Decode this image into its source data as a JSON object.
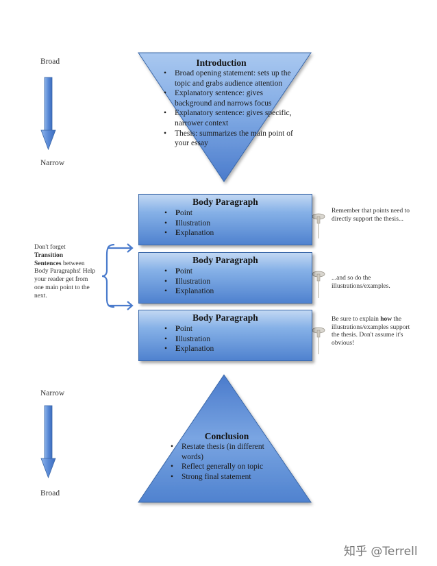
{
  "intro": {
    "title": "Introduction",
    "bullets": [
      "Broad opening statement: sets up the topic and grabs audience attention",
      "Explanatory sentence: gives background and narrows focus",
      "Explanatory sentence: gives specific, narrower context",
      "Thesis: summarizes the main point of your essay"
    ]
  },
  "top_arrow": {
    "top_label": "Broad",
    "bottom_label": "Narrow"
  },
  "bottom_arrow": {
    "top_label": "Narrow",
    "bottom_label": "Broad"
  },
  "body_paragraphs": [
    {
      "title": "Body Paragraph",
      "items": [
        {
          "initial": "P",
          "rest": "oint"
        },
        {
          "initial": "I",
          "rest": "llustration"
        },
        {
          "initial": "E",
          "rest": "xplanation"
        }
      ]
    },
    {
      "title": "Body Paragraph",
      "items": [
        {
          "initial": "P",
          "rest": "oint"
        },
        {
          "initial": "I",
          "rest": "llustration"
        },
        {
          "initial": "E",
          "rest": "xplanation"
        }
      ]
    },
    {
      "title": "Body Paragraph",
      "items": [
        {
          "initial": "P",
          "rest": "oint"
        },
        {
          "initial": "I",
          "rest": "llustration"
        },
        {
          "initial": "E",
          "rest": "xplanation"
        }
      ]
    }
  ],
  "notes": [
    {
      "text": "Remember that points need to directly support the thesis..."
    },
    {
      "text": "...and so do the illustrations/examples."
    },
    {
      "before": "Be sure to explain ",
      "bold": "how",
      "after": " the illustrations/examples support the thesis. Don't assume it's obvious!"
    }
  ],
  "transition_note": {
    "line1": "Don't forget",
    "bold1": "Transition",
    "bold2": "Sentences",
    "rest": "between Body Paragraphs! Help your reader get from one main point to the next."
  },
  "conclusion": {
    "title": "Conclusion",
    "bullets": [
      "Restate thesis (in different words)",
      "Reflect generally on topic",
      "Strong final statement"
    ]
  },
  "watermark": "知乎 @Terrell",
  "colors": {
    "arrow": "#4a7ccc",
    "box_dark": "#4f82cf",
    "box_light": "#c2d8f3"
  }
}
